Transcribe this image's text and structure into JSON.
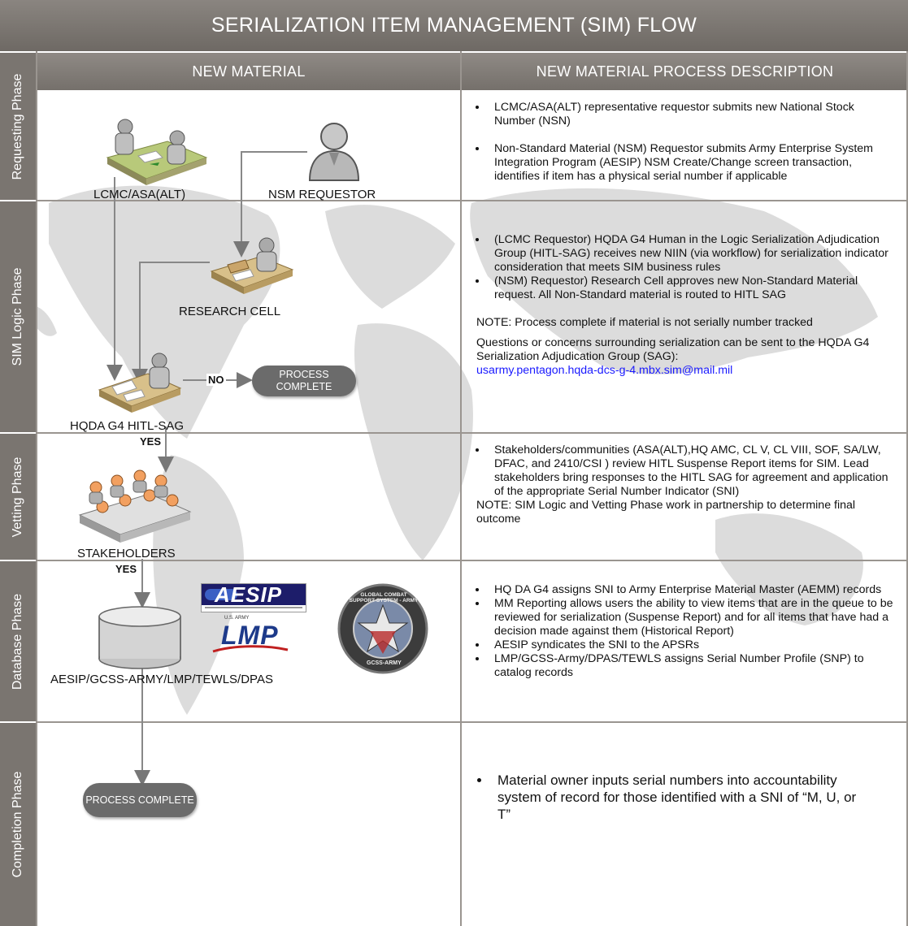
{
  "title": "SERIALIZATION ITEM MANAGEMENT (SIM) FLOW",
  "headers": {
    "left": "NEW MATERIAL",
    "right": "NEW MATERIAL PROCESS DESCRIPTION"
  },
  "phases": {
    "requesting": "Requesting Phase",
    "sim_logic": "SIM Logic Phase",
    "vetting": "Vetting Phase",
    "database": "Database Phase",
    "completion": "Completion Phase"
  },
  "nodes": {
    "lcmc": "LCMC/ASA(ALT)",
    "nsm_requestor": "NSM REQUESTOR",
    "research_cell": "RESEARCH CELL",
    "hqda": "HQDA G4 HITL-SAG",
    "process_complete_1": "PROCESS COMPLETE",
    "stakeholders": "STAKEHOLDERS",
    "database": "AESIP/GCSS-ARMY/LMP/TEWLS/DPAS",
    "process_complete_2": "PROCESS COMPLETE"
  },
  "edge_labels": {
    "no": "NO",
    "yes_1": "YES",
    "yes_2": "YES"
  },
  "logos": {
    "aesip": "AESIP",
    "lmp_small": "U.S. ARMY",
    "lmp": "LMP",
    "gcss_ring": "GLOBAL COMBAT SUPPORT SYSTEM - ARMY",
    "gcss_bottom": "GCSS-ARMY"
  },
  "descriptions": {
    "requesting": [
      "LCMC/ASA(ALT) representative requestor submits new National Stock Number (NSN)",
      "Non-Standard Material (NSM) Requestor submits Army Enterprise System Integration Program (AESIP) NSM Create/Change screen transaction, identifies if item has a physical serial number if applicable"
    ],
    "sim_logic": [
      "(LCMC Requestor) HQDA G4 Human in the Logic Serialization Adjudication Group (HITL-SAG) receives new NIIN (via workflow) for serialization indicator consideration that meets SIM business rules",
      "(NSM) Requestor) Research Cell approves new Non-Standard Material request. All Non-Standard material is routed to HITL SAG"
    ],
    "sim_note": "NOTE: Process complete if material is not serially number tracked",
    "sim_questions": "Questions or concerns surrounding serialization can be sent to the HQDA G4 Serialization Adjudication Group (SAG):",
    "sim_email": "usarmy.pentagon.hqda-dcs-g-4.mbx.sim@mail.mil",
    "vetting": [
      "Stakeholders/communities (ASA(ALT),HQ AMC, CL V, CL VIII, SOF, SA/LW, DFAC, and 2410/CSI ) review HITL Suspense Report items for SIM. Lead stakeholders bring responses to the HITL SAG for agreement and application of the appropriate Serial Number Indicator (SNI)"
    ],
    "vetting_note": "NOTE: SIM Logic and Vetting Phase work in partnership to determine final outcome",
    "database": [
      "HQ DA G4 assigns SNI to Army Enterprise Material Master (AEMM) records",
      "MM Reporting allows users the ability to view items that are in the queue to be reviewed for serialization (Suspense Report) and for all items that have had a decision made against them (Historical Report)",
      "AESIP syndicates the SNI to the APSRs",
      "LMP/GCSS-Army/DPAS/TEWLS assigns Serial Number Profile (SNP) to catalog records"
    ],
    "completion": [
      "Material owner inputs serial numbers into accountability system of record for those identified with a SNI of “M, U, or T”"
    ]
  },
  "colors": {
    "header": "#7a7570",
    "pill": "#6b6b6b",
    "link": "#1a1aff"
  }
}
